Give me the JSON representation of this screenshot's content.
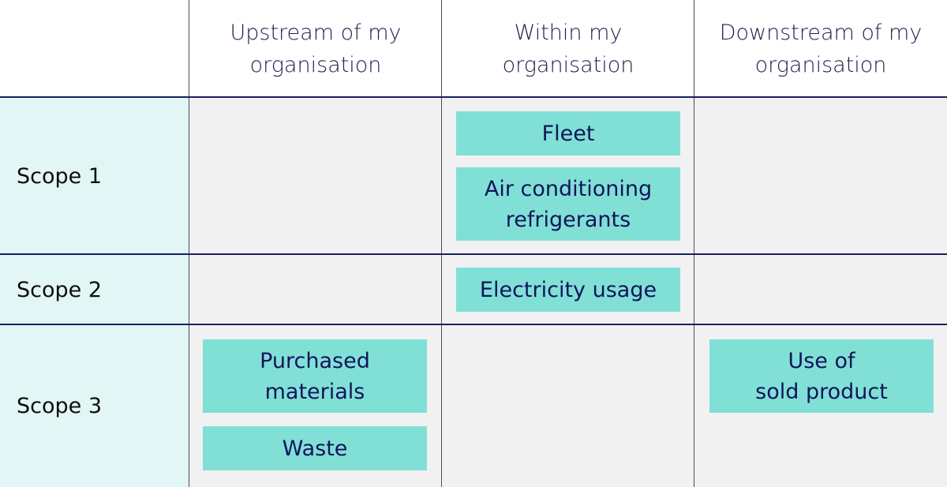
{
  "colors": {
    "scope_label_bg": "#e2f6f5",
    "cell_bg": "#f1f1f1",
    "box_bg": "#80e0d6",
    "box_text": "#14145a",
    "divider": "#1e1e5e"
  },
  "columns": [
    {
      "line1": "Upstream of my",
      "line2": "organisation"
    },
    {
      "line1": "Within my",
      "line2": "organisation"
    },
    {
      "line1": "Downstream of my",
      "line2": "organisation"
    }
  ],
  "rows": [
    {
      "label": "Scope 1"
    },
    {
      "label": "Scope 2"
    },
    {
      "label": "Scope 3"
    }
  ],
  "boxes": {
    "fleet": {
      "line1": "Fleet"
    },
    "air_conditioning": {
      "line1": "Air conditioning",
      "line2": "refrigerants"
    },
    "electricity": {
      "line1": "Electricity usage"
    },
    "purchased_materials": {
      "line1": "Purchased",
      "line2": "materials"
    },
    "waste": {
      "line1": "Waste"
    },
    "use_of_sold_product": {
      "line1": "Use of",
      "line2": "sold product"
    }
  }
}
